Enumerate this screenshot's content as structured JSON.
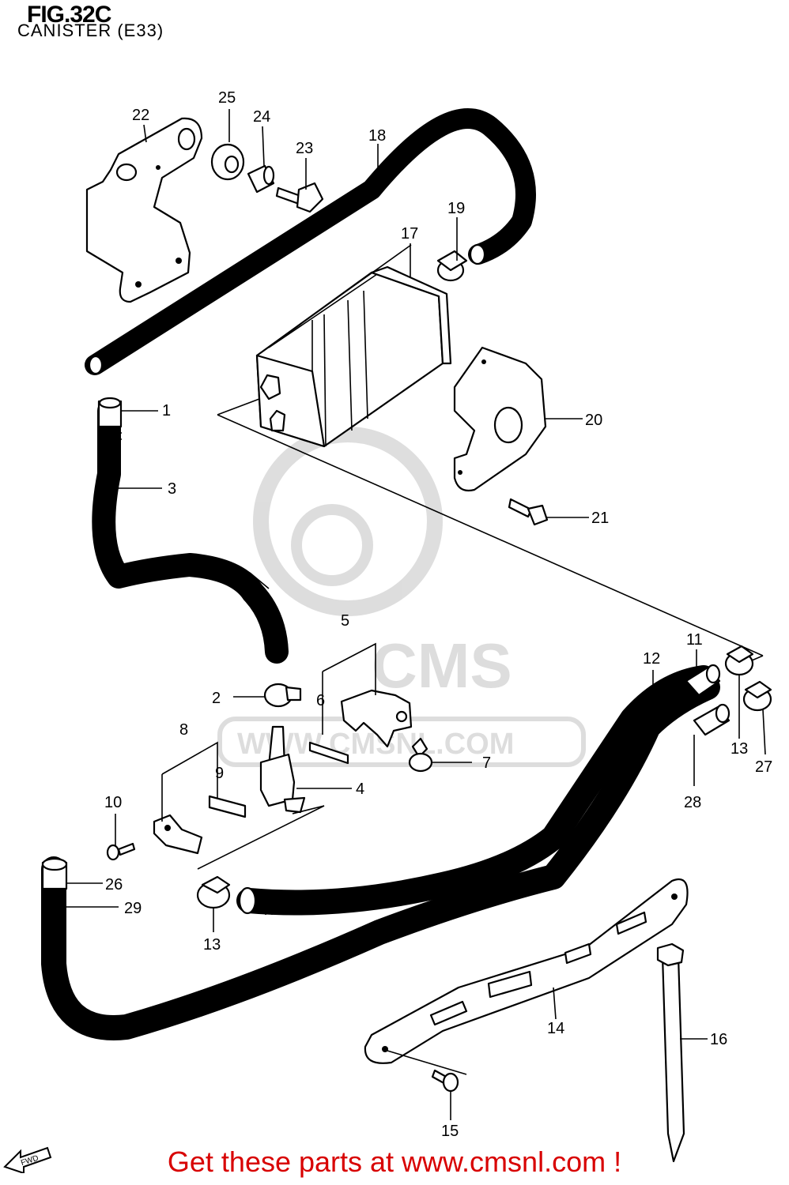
{
  "figure": {
    "title": "FIG.32C",
    "subtitle": "CANISTER (E33)"
  },
  "footer": {
    "text": "Get these parts at www.cmsnl.com !",
    "color": "#d80000"
  },
  "watermark": {
    "text": "WWW.CMSNL.COM",
    "logo": "CMS"
  },
  "fwd_icon": {
    "label": "FWD"
  },
  "callouts": [
    {
      "id": "1",
      "label": "1"
    },
    {
      "id": "2",
      "label": "2"
    },
    {
      "id": "3",
      "label": "3"
    },
    {
      "id": "4",
      "label": "4"
    },
    {
      "id": "5",
      "label": "5"
    },
    {
      "id": "6",
      "label": "6"
    },
    {
      "id": "7",
      "label": "7"
    },
    {
      "id": "8",
      "label": "8"
    },
    {
      "id": "9",
      "label": "9"
    },
    {
      "id": "10",
      "label": "10"
    },
    {
      "id": "11",
      "label": "11"
    },
    {
      "id": "12",
      "label": "12"
    },
    {
      "id": "13a",
      "label": "13"
    },
    {
      "id": "13b",
      "label": "13"
    },
    {
      "id": "14",
      "label": "14"
    },
    {
      "id": "15",
      "label": "15"
    },
    {
      "id": "16",
      "label": "16"
    },
    {
      "id": "17",
      "label": "17"
    },
    {
      "id": "18",
      "label": "18"
    },
    {
      "id": "19",
      "label": "19"
    },
    {
      "id": "20",
      "label": "20"
    },
    {
      "id": "21",
      "label": "21"
    },
    {
      "id": "22",
      "label": "22"
    },
    {
      "id": "23",
      "label": "23"
    },
    {
      "id": "24",
      "label": "24"
    },
    {
      "id": "25",
      "label": "25"
    },
    {
      "id": "26",
      "label": "26"
    },
    {
      "id": "27",
      "label": "27"
    },
    {
      "id": "28",
      "label": "28"
    },
    {
      "id": "29",
      "label": "29"
    }
  ]
}
